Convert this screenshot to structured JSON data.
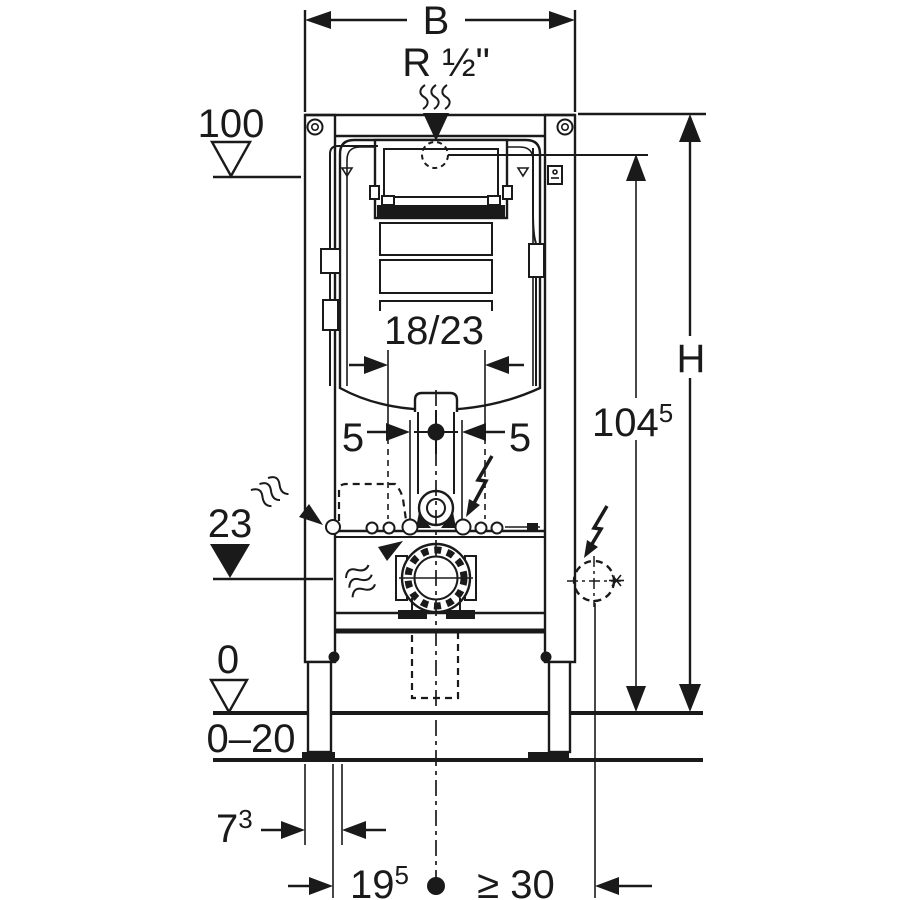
{
  "drawing": {
    "type": "technical-installation-drawing",
    "labels": {
      "width_b": "B",
      "water_supply": "R ½\"",
      "level_100": "100",
      "flush_plate_width": "18/23",
      "offset_left": "5",
      "offset_right": "5",
      "outlet_height": "23",
      "total_height": "H",
      "supply_height_base": "104",
      "supply_height_sup": "5",
      "floor_zero": "0",
      "floor_finish_range": "0–20",
      "front_offset_base": "7",
      "front_offset_sup": "3",
      "outlet_distance_base": "19",
      "outlet_distance_sup": "5",
      "socket_distance": "≥ 30"
    },
    "colors": {
      "ink": "#1a1a1a",
      "paper": "#ffffff"
    }
  }
}
